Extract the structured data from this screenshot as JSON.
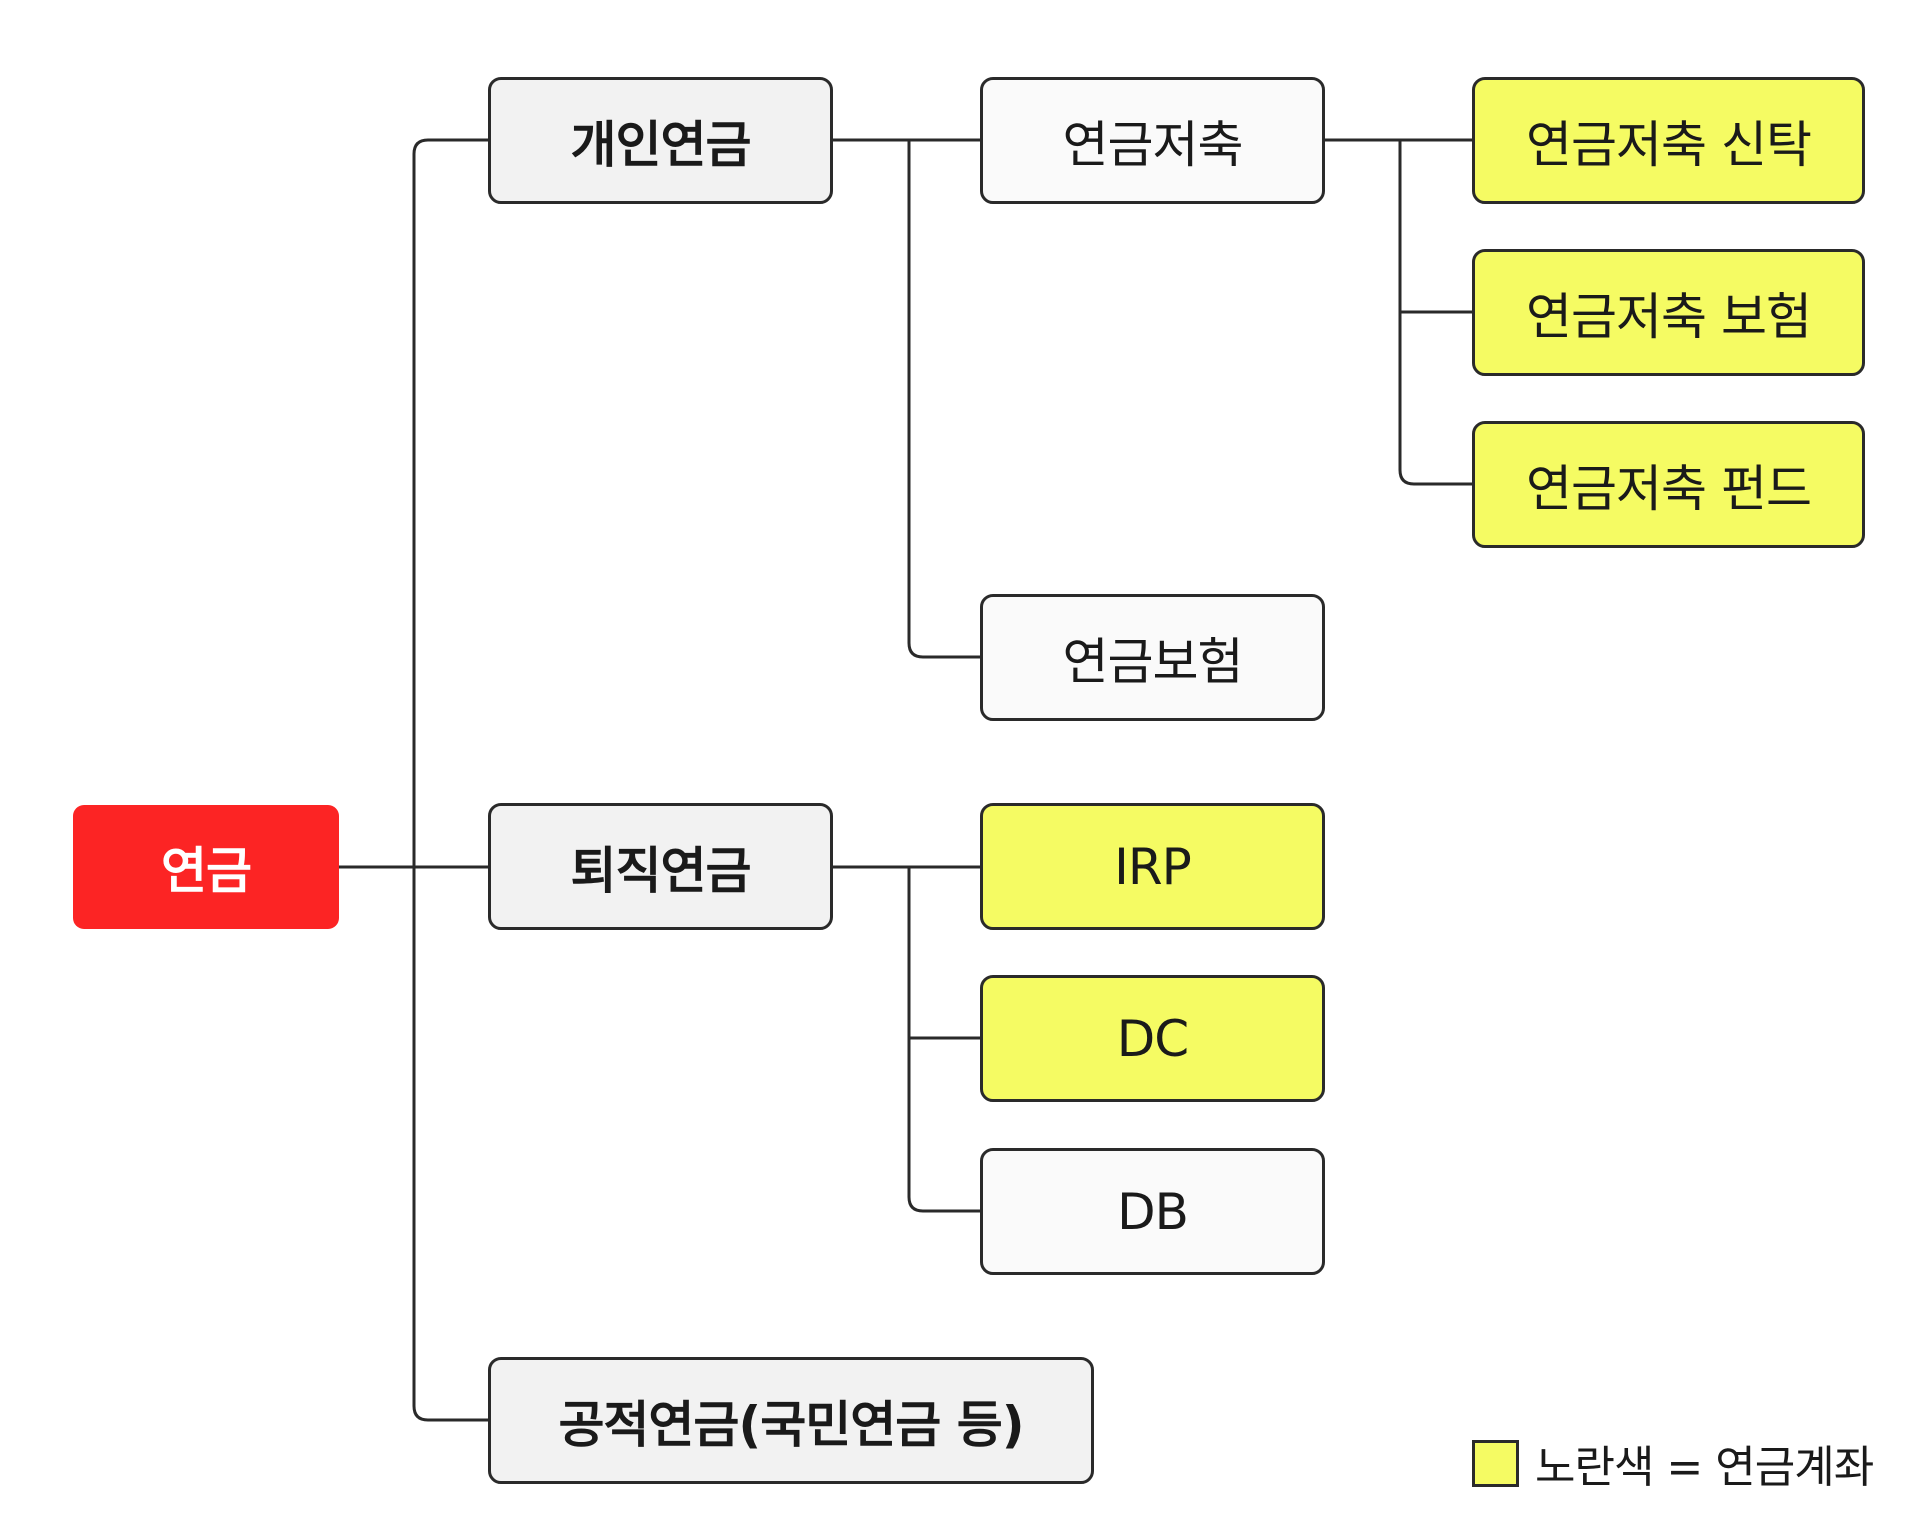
{
  "colors": {
    "root": "#fc2424",
    "category": "#f2f2f2",
    "plain": "#fafafa",
    "pension_account": "#f5fb63",
    "line": "#2a2a2a"
  },
  "root": {
    "label": "연금"
  },
  "branches": [
    {
      "label": "개인연금",
      "children": [
        {
          "label": "연금저축",
          "pension_account": false,
          "children": [
            {
              "label": "연금저축 신탁",
              "pension_account": true
            },
            {
              "label": "연금저축 보험",
              "pension_account": true
            },
            {
              "label": "연금저축 펀드",
              "pension_account": true
            }
          ]
        },
        {
          "label": "연금보험",
          "pension_account": false
        }
      ]
    },
    {
      "label": "퇴직연금",
      "children": [
        {
          "label": "IRP",
          "pension_account": true
        },
        {
          "label": "DC",
          "pension_account": true
        },
        {
          "label": "DB",
          "pension_account": false
        }
      ]
    },
    {
      "label": "공적연금(국민연금 등)"
    }
  ],
  "legend": {
    "label": "노란색 = 연금계좌"
  }
}
